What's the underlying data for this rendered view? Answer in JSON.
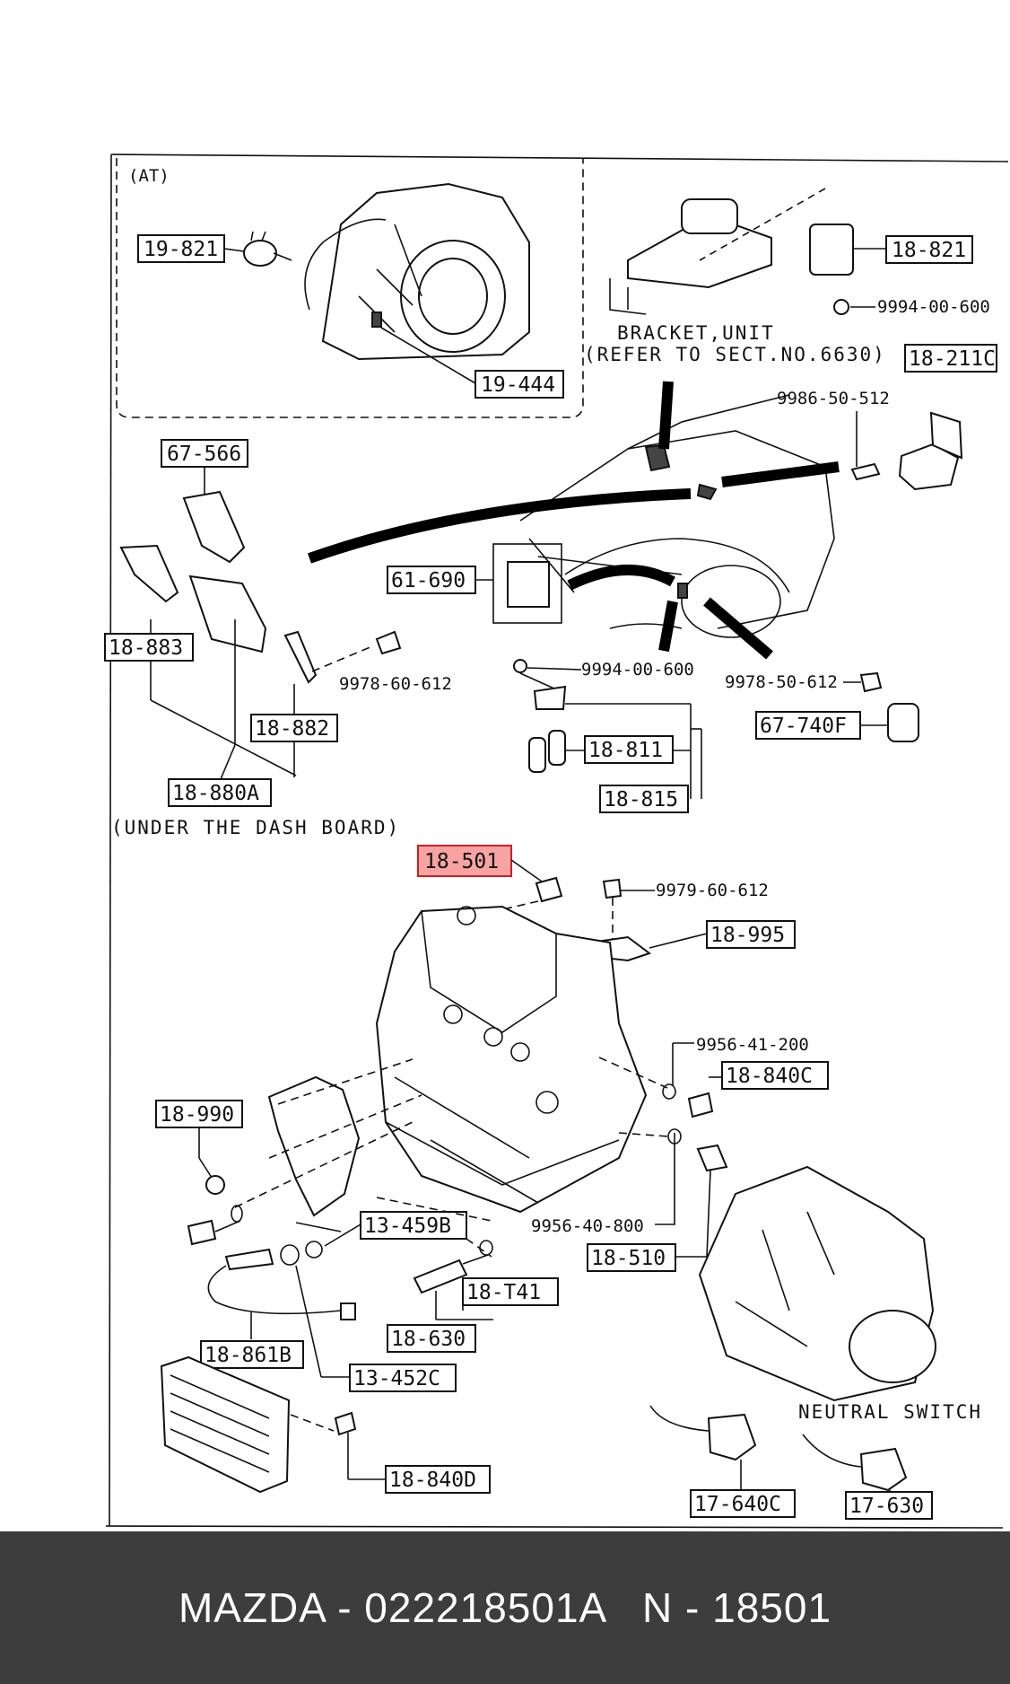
{
  "diagram": {
    "section_at_label": "(AT)",
    "bracket_note_1": "BRACKET,UNIT",
    "bracket_note_2": "(REFER TO SECT.NO.6630)",
    "under_dash_note": "(UNDER THE DASH BOARD)",
    "neutral_switch_note": "NEUTRAL SWITCH",
    "highlight_color": "#f7a3a3",
    "parts": {
      "p19_821": "19-821",
      "p19_444": "19-444",
      "p18_821": "18-821",
      "p9994_00_600_a": "9994-00-600",
      "p18_211c": "18-211C",
      "p9986_50_512": "9986-50-512",
      "p67_566": "67-566",
      "p61_690": "61-690",
      "p18_883": "18-883",
      "p9978_60_612": "9978-60-612",
      "p9994_00_600_b": "9994-00-600",
      "p9978_50_612": "9978-50-612",
      "p67_740f": "67-740F",
      "p18_882": "18-882",
      "p18_811": "18-811",
      "p18_880a": "18-880A",
      "p18_815": "18-815",
      "p18_501": "18-501",
      "p9979_60_612": "9979-60-612",
      "p18_995": "18-995",
      "p9956_41_200": "9956-41-200",
      "p18_840c": "18-840C",
      "p18_990": "18-990",
      "p13_459b": "13-459B",
      "p9956_40_800": "9956-40-800",
      "p18_510": "18-510",
      "p18_t41": "18-T41",
      "p18_630": "18-630",
      "p18_861b": "18-861B",
      "p13_452c": "13-452C",
      "p18_840d": "18-840D",
      "p17_640c": "17-640C",
      "p17_630": "17-630"
    }
  },
  "footer": {
    "brand": "MAZDA",
    "part_number": "022218501A",
    "ref_code": "N - 18501",
    "text": "MAZDA - 022218501A   N - 18501"
  }
}
